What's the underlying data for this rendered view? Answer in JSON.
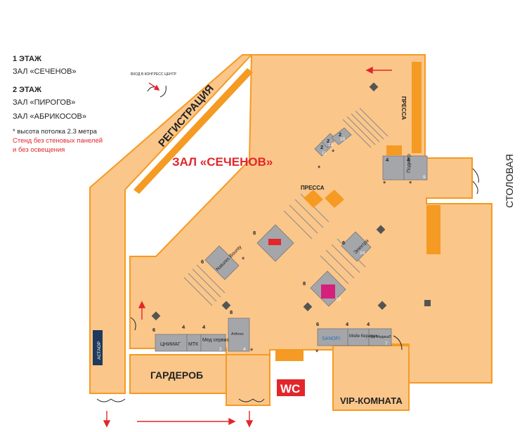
{
  "legend": {
    "floor1": "1 ЭТАЖ",
    "hall_sechenov": "ЗАЛ «СЕЧЕНОВ»",
    "floor2": "2 ЭТАЖ",
    "hall_pirogov": "ЗАЛ «ПИРОГОВ»",
    "hall_abrikosov": "ЗАЛ «АБРИКОСОВ»",
    "ceiling_note": "* высота потолка 2.3 метра",
    "stand_note_1": "Стенд без стеновых панелей",
    "stand_note_2": "и без освещения"
  },
  "map": {
    "registration": "РЕГИСТРАЦИЯ",
    "hall_title": "ЗАЛ «СЕЧЕНОВ»",
    "press_center": "ПРЕССА",
    "press_right": "ПРЕССА",
    "entrance": "ВХОД В КОНГРЕСС ЦЕНТР",
    "canteen": "СТОЛОВАЯ",
    "wardrobe": "ГАРДЕРОБ",
    "wc": "WC",
    "vip": "VIP-КОМНАТА",
    "astor": "АСТАОР"
  },
  "booths": [
    {
      "area": "2",
      "num": "11",
      "name": ""
    },
    {
      "area": "2",
      "num": "12",
      "name": ""
    },
    {
      "area": "2",
      "num": "10",
      "name": ""
    },
    {
      "area": "4",
      "num": "",
      "name": ""
    },
    {
      "area": "4",
      "num": "9",
      "name": "Подкатр"
    },
    {
      "area": "8",
      "num": "",
      "name": ""
    },
    {
      "area": "6",
      "num": "14",
      "name": "Электра"
    },
    {
      "area": "6",
      "num": "",
      "name": "Natures Bounty"
    },
    {
      "area": "8",
      "num": "13",
      "name": ""
    },
    {
      "area": "6",
      "num": "",
      "name": "ЦНИИАГ"
    },
    {
      "area": "4",
      "num": "",
      "name": "МТК"
    },
    {
      "area": "4",
      "num": "2",
      "name": "Мед сервис"
    },
    {
      "area": "8",
      "num": "4",
      "name": "Arthrex"
    },
    {
      "area": "6",
      "num": "",
      "name": "SANOFI"
    },
    {
      "area": "4",
      "num": "",
      "name": "Мойе Керамик"
    },
    {
      "area": "4",
      "num": "7",
      "name": "Spi МедикаЛ"
    }
  ],
  "colors": {
    "floor": "#fbc68a",
    "wall": "#f59a23",
    "booth": "#a4a6aa",
    "accent": "#e2262b"
  }
}
